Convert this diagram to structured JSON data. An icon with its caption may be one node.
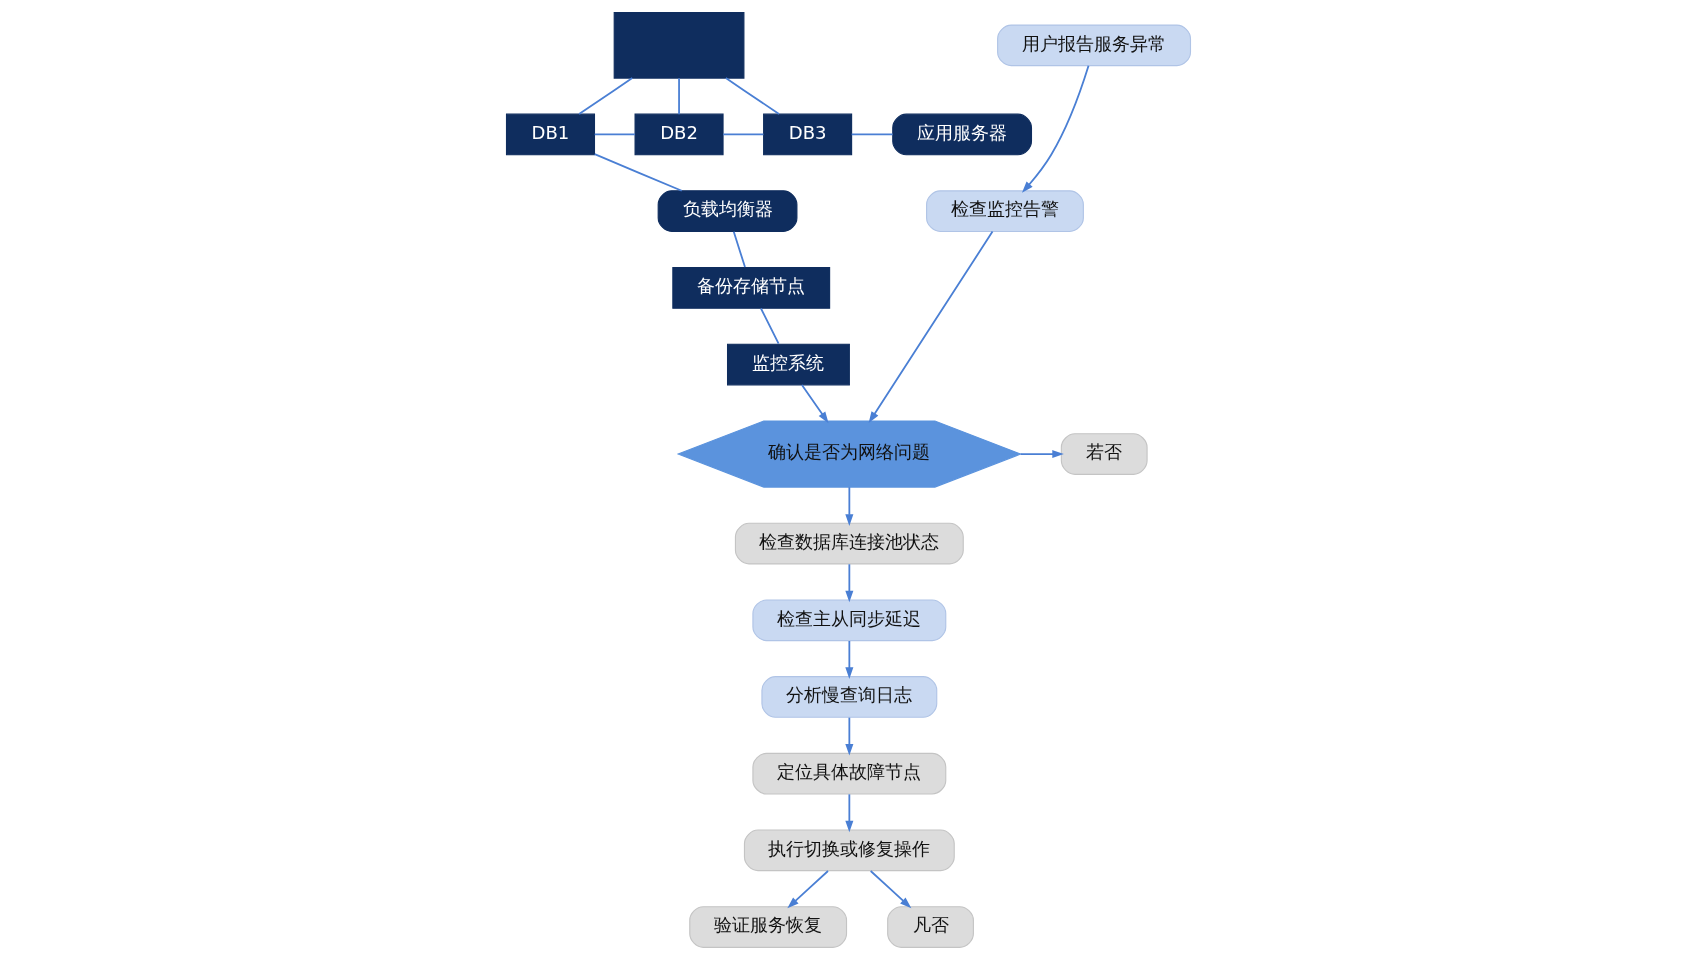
{
  "diagram": {
    "nodes": [
      {
        "text": [],
        "shape": "box"
      },
      {
        "text": [
          "DB1"
        ]
      },
      {
        "text": [
          "DB2"
        ]
      },
      {
        "text": [
          "DB3"
        ]
      },
      {
        "text": [
          "应用服务器"
        ]
      },
      {
        "text": [
          "负载均衡器"
        ]
      },
      {
        "text": [
          "备份存储节点"
        ]
      },
      {
        "text": [
          "监控系统"
        ]
      },
      {
        "text": [
          "用户报告服务异常"
        ]
      },
      {
        "text": [
          "检查监控告警"
        ]
      },
      {
        "text": [
          "确认是否为网络问题"
        ]
      },
      {
        "text": [
          "若否"
        ]
      },
      {
        "text": [
          "检查数据库连接池状态"
        ]
      },
      {
        "text": [
          "检查主从同步延迟"
        ]
      },
      {
        "text": [
          "分析慢查询日志"
        ]
      },
      {
        "text": [
          "定位具体故障节点"
        ]
      },
      {
        "text": [
          "执行切换或修复操作"
        ]
      },
      {
        "text": [
          "验证服务恢复"
        ]
      },
      {
        "text": [
          "凡否"
        ]
      }
    ],
    "edges": [
      {
        "from": 0,
        "to": 1,
        "arrow": "none"
      },
      {
        "from": 0,
        "to": 2,
        "arrow": "none"
      },
      {
        "from": 0,
        "to": 3,
        "arrow": "none"
      },
      {
        "from": 1,
        "to": 2,
        "arrow": "none"
      },
      {
        "from": 2,
        "to": 3,
        "arrow": "none"
      },
      {
        "from": 3,
        "to": 4,
        "arrow": "none"
      },
      {
        "from": 1,
        "to": 5,
        "arrow": "none"
      },
      {
        "from": 5,
        "to": 6,
        "arrow": "none"
      },
      {
        "from": 6,
        "to": 7,
        "arrow": "none"
      },
      {
        "from": 7,
        "to": 10,
        "arrow": "to"
      },
      {
        "from": 8,
        "to": 9,
        "arrow": "to"
      },
      {
        "from": 9,
        "to": 10,
        "arrow": "to"
      },
      {
        "from": 10,
        "to": 12,
        "arrow": "to"
      },
      {
        "from": 10,
        "to": 11,
        "arrow": "to"
      },
      {
        "from": 12,
        "to": 13,
        "arrow": "to"
      },
      {
        "from": 13,
        "to": 14,
        "arrow": "to"
      },
      {
        "from": 14,
        "to": 15,
        "arrow": "to"
      },
      {
        "from": 15,
        "to": 16,
        "arrow": "to"
      },
      {
        "from": 16,
        "to": 17,
        "arrow": "to"
      },
      {
        "from": 16,
        "to": 18,
        "arrow": "to"
      }
    ]
  }
}
